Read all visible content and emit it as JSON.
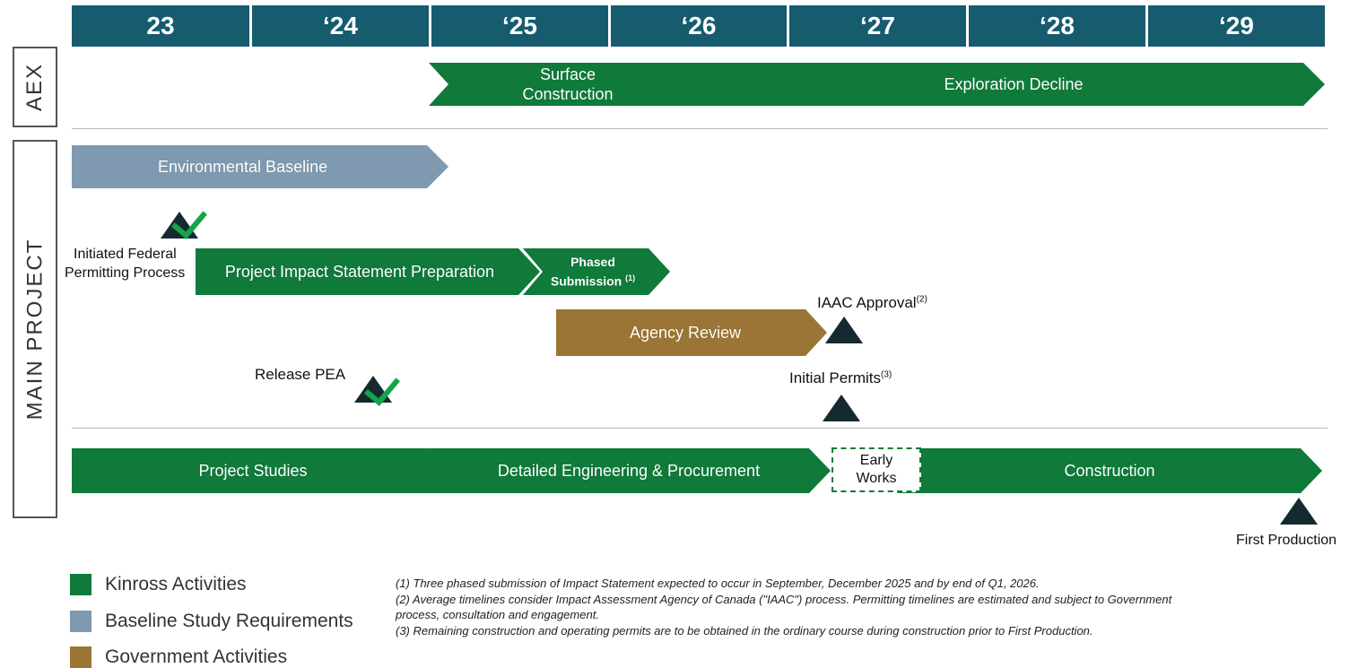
{
  "years": [
    "23",
    "‘24",
    "‘25",
    "‘26",
    "‘27",
    "‘28",
    "‘29"
  ],
  "sections": {
    "aex": "AEX",
    "main": "MAIN PROJECT"
  },
  "bars": {
    "surface_construction": "Surface Construction",
    "exploration_decline": "Exploration Decline",
    "environmental_baseline": "Environmental Baseline",
    "project_impact_statement": "Project Impact Statement Preparation",
    "phased_submission": "Phased Submission",
    "phased_submission_note": "(1)",
    "agency_review": "Agency Review",
    "project_studies": "Project Studies",
    "detailed_engineering": "Detailed Engineering & Procurement",
    "early_works": "Early Works",
    "construction": "Construction"
  },
  "milestones": {
    "initiated_federal_line1": "Initiated Federal",
    "initiated_federal_line2": "Permitting Process",
    "release_pea": "Release PEA",
    "iaac_approval": "IAAC Approval",
    "iaac_approval_note": "(2)",
    "initial_permits": "Initial Permits",
    "initial_permits_note": "(3)",
    "first_production": "First Production"
  },
  "legend": {
    "kinross": "Kinross Activities",
    "baseline": "Baseline Study Requirements",
    "government": "Government Activities"
  },
  "footnotes": {
    "note1": "(1)  Three phased submission of Impact Statement expected to occur in September, December 2025 and by end of Q1, 2026.",
    "note2": "(2)  Average timelines consider Impact Assessment Agency of Canada (\"IAAC\") process. Permitting timelines are estimated and subject to Government process, consultation and engagement.",
    "note3": "(3)  Remaining construction and operating permits are to be obtained in the ordinary course during construction prior to First Production."
  },
  "colors": {
    "header": "#165b6e",
    "kinross": "#0f7a3a",
    "baseline": "#7e99b0",
    "government": "#9b7535",
    "milestone": "#152a30",
    "check": "#16a34a"
  }
}
